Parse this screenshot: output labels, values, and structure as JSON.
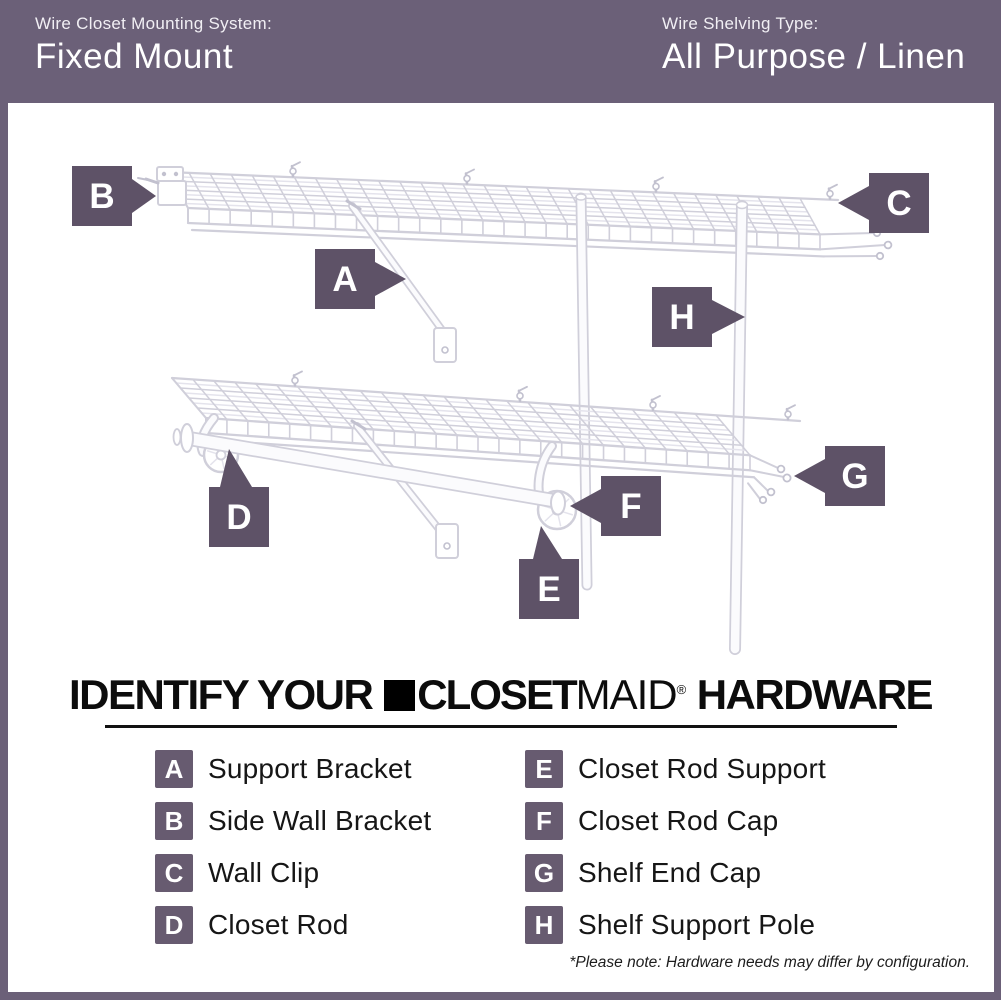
{
  "colors": {
    "band": "#6b6078",
    "callout": "#5e5267",
    "legend_square": "#675b70",
    "wire": "#d0cfda",
    "title_text": "#0c0c0c"
  },
  "header": {
    "left_label": "Wire Closet Mounting System:",
    "left_value": "Fixed Mount",
    "right_label": "Wire Shelving Type:",
    "right_value": "All Purpose / Linen"
  },
  "diagram": {
    "callouts": [
      {
        "letter": "A"
      },
      {
        "letter": "B"
      },
      {
        "letter": "C"
      },
      {
        "letter": "D"
      },
      {
        "letter": "E"
      },
      {
        "letter": "F"
      },
      {
        "letter": "G"
      },
      {
        "letter": "H"
      }
    ]
  },
  "legend": {
    "title_pre": "IDENTIFY YOUR",
    "brand_bold": "CLOSET",
    "brand_light": "MAID",
    "brand_reg": "®",
    "title_post": "HARDWARE",
    "left": [
      {
        "key": "A",
        "label": "Support Bracket"
      },
      {
        "key": "B",
        "label": "Side Wall Bracket"
      },
      {
        "key": "C",
        "label": "Wall Clip"
      },
      {
        "key": "D",
        "label": "Closet Rod"
      }
    ],
    "right": [
      {
        "key": "E",
        "label": "Closet Rod Support"
      },
      {
        "key": "F",
        "label": "Closet Rod Cap"
      },
      {
        "key": "G",
        "label": "Shelf End Cap"
      },
      {
        "key": "H",
        "label": "Shelf Support Pole"
      }
    ]
  },
  "footnote": "*Please note: Hardware needs may differ by configuration."
}
